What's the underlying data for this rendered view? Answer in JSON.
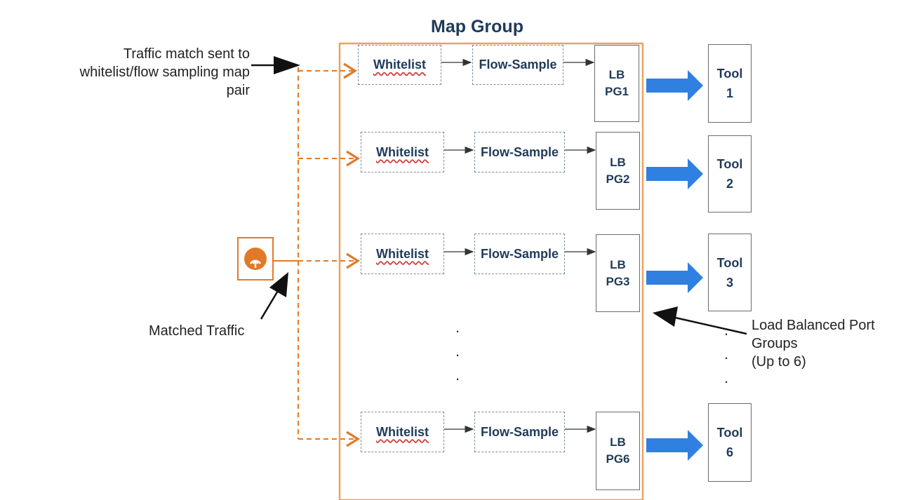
{
  "title": "Map Group",
  "annotations": {
    "traffic_match": [
      "Traffic match sent to",
      "whitelist/flow sampling map",
      "pair"
    ],
    "matched_traffic": "Matched Traffic",
    "load_balanced": [
      "Load Balanced Port",
      "Groups",
      "(Up to 6)"
    ]
  },
  "rows": [
    {
      "whitelist": "Whitelist",
      "flow_sample": "Flow-Sample",
      "lb_line1": "LB",
      "lb_line2": "PG1",
      "tool_line1": "Tool",
      "tool_line2": "1"
    },
    {
      "whitelist": "Whitelist",
      "flow_sample": "Flow-Sample",
      "lb_line1": "LB",
      "lb_line2": "PG2",
      "tool_line1": "Tool",
      "tool_line2": "2"
    },
    {
      "whitelist": "Whitelist",
      "flow_sample": "Flow-Sample",
      "lb_line1": "LB",
      "lb_line2": "PG3",
      "tool_line1": "Tool",
      "tool_line2": "3"
    },
    {
      "whitelist": "Whitelist",
      "flow_sample": "Flow-Sample",
      "lb_line1": "LB",
      "lb_line2": "PG6",
      "tool_line1": "Tool",
      "tool_line2": "6"
    }
  ],
  "icons": {
    "source": "traffic-source-icon"
  },
  "colors": {
    "orange": "#e07a28",
    "blue_arrow": "#2f80e0",
    "text_dark": "#1f3a5a"
  }
}
